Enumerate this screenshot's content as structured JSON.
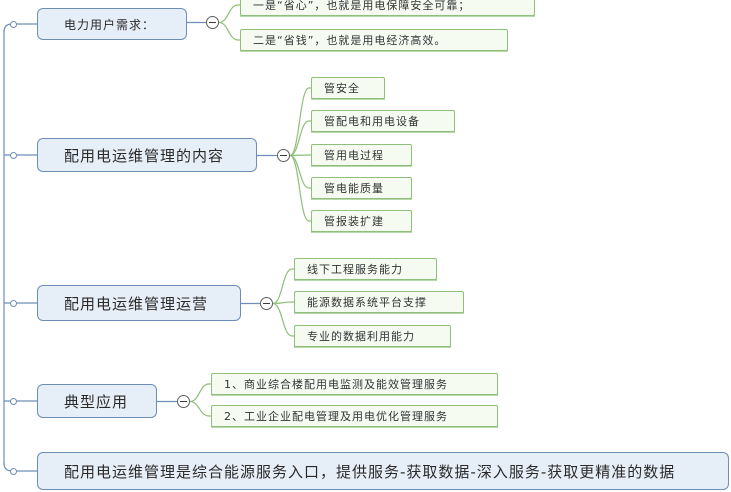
{
  "mindmap": {
    "branches": [
      {
        "label": "电力用户需求：",
        "children": [
          "一是“省心”，也就是用电保障安全可靠；",
          "二是“省钱”，也就是用电经济高效。"
        ]
      },
      {
        "label": "配用电运维管理的内容",
        "children": [
          "管安全",
          "管配电和用电设备",
          "管用电过程",
          "管电能质量",
          "管报装扩建"
        ]
      },
      {
        "label": "配用电运维管理运营",
        "children": [
          "线下工程服务能力",
          "能源数据系统平台支撑",
          "专业的数据利用能力"
        ]
      },
      {
        "label": "典型应用",
        "children": [
          "1、商业综合楼配用电监测及能效管理服务",
          "2、工业企业配电管理及用电优化管理服务"
        ]
      },
      {
        "label": "配用电运维管理是综合能源服务入口，提供服务-获取数据-深入服务-获取更精准的数据",
        "children": []
      }
    ]
  },
  "colors": {
    "main_fill": "#e6eef8",
    "main_border": "#6e8eb8",
    "leaf_fill": "#f6fbf2",
    "leaf_border": "#8fbf7a"
  }
}
